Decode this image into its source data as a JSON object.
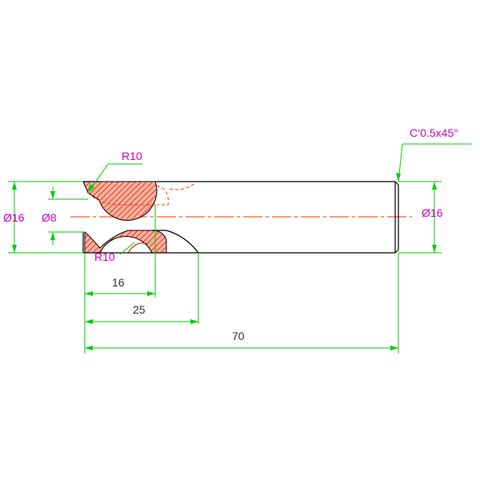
{
  "colors": {
    "outline": "#000000",
    "dimension": "#00cc00",
    "label": "#cc00cc",
    "centerline": "#ff3300",
    "hidden": "#ff3300",
    "hatch": "#cc2200",
    "hatch_fill": "#ffb0a0"
  },
  "labels": {
    "chamfer": "C‘0.5x45°",
    "radius_top": "R10",
    "radius_bottom": "R10",
    "dia_left_outer": "Ø16",
    "dia_left_inner": "Ø8",
    "dia_right": "Ø16"
  },
  "dimensions": {
    "len_16": "16",
    "len_25": "25",
    "len_70": "70"
  }
}
